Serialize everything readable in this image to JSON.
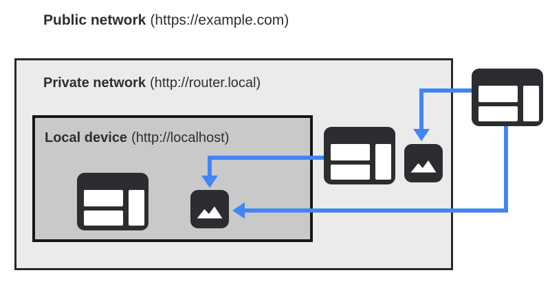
{
  "diagram": {
    "public": {
      "name": "Public network",
      "url": "(https://example.com)"
    },
    "private": {
      "name": "Private network",
      "url": "(http://router.local)"
    },
    "local": {
      "name": "Local device",
      "url": "(http://localhost)"
    }
  },
  "icons": {
    "browser_glyph": "browser-window",
    "image_glyph": "image-mountains"
  },
  "colors": {
    "blue": "#4285f4",
    "icon": "#2b2d30",
    "text": "#2d2e31",
    "private-fill": "#ebebeb",
    "local-fill": "#c9c9c9",
    "private-border": "#26282a",
    "local-border": "#161616"
  }
}
